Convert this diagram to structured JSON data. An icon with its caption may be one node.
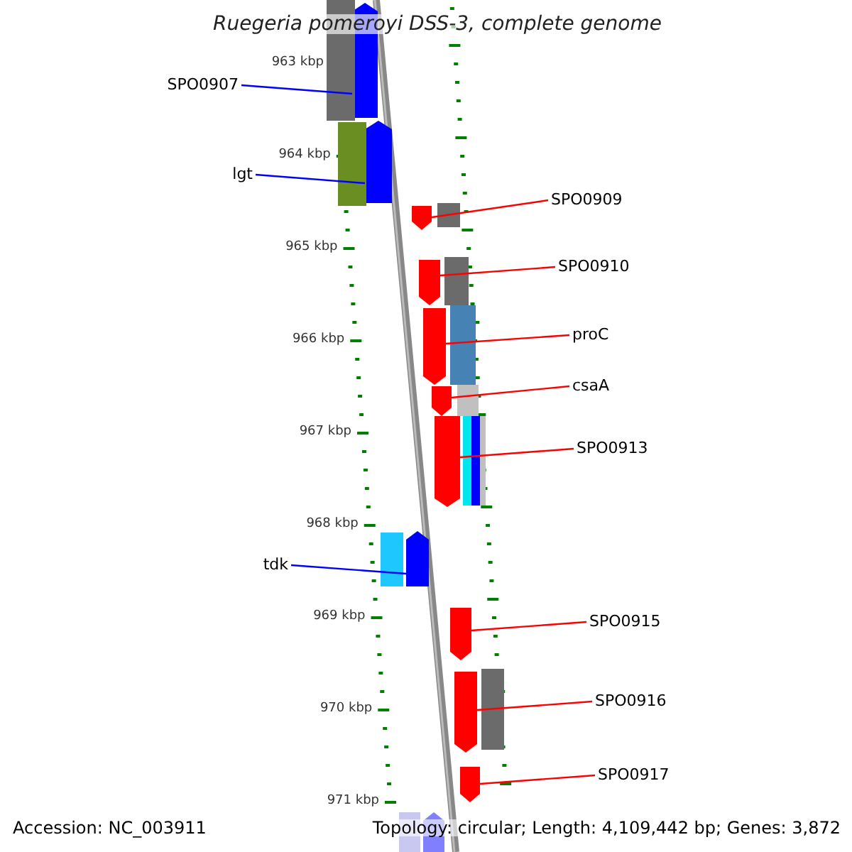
{
  "diagram": {
    "title": "Ruegeria pomeroyi DSS-3, complete genome",
    "nodes": [
      {
        "text": [
          "SPO0907"
        ]
      },
      {
        "text": [
          "lgt"
        ]
      },
      {
        "text": [
          "SPO0909"
        ]
      },
      {
        "text": [
          "SPO0910"
        ]
      },
      {
        "text": [
          "proC"
        ]
      },
      {
        "text": [
          "csaA"
        ]
      },
      {
        "text": [
          "SPO0913"
        ]
      },
      {
        "text": [
          "tdk"
        ]
      },
      {
        "text": [
          "SPO0915"
        ]
      },
      {
        "text": [
          "SPO0916"
        ]
      },
      {
        "text": [
          "SPO0917"
        ]
      },
      {
        "text": [],
        "shape": "bar"
      },
      {
        "text": [],
        "shape": "bar"
      },
      {
        "text": [],
        "shape": "bar"
      },
      {
        "text": [],
        "shape": "bar"
      },
      {
        "text": [],
        "shape": "bar"
      },
      {
        "text": [],
        "shape": "bar"
      },
      {
        "text": [],
        "shape": "bar"
      },
      {
        "text": [],
        "shape": "bar"
      },
      {
        "text": [],
        "shape": "bar"
      },
      {
        "text": [],
        "shape": "bar"
      },
      {
        "text": [],
        "shape": "bar"
      },
      {
        "text": [],
        "shape": "bar"
      },
      {
        "text": [],
        "shape": "bar"
      },
      {
        "text": [],
        "shape": "bar"
      },
      {
        "text": [],
        "shape": "bar"
      },
      {
        "text": [],
        "shape": "bar"
      },
      {
        "text": [],
        "shape": "bar"
      },
      {
        "text": [],
        "shape": "bar"
      },
      {
        "text": [],
        "shape": "bar"
      },
      {
        "text": [],
        "shape": "bar"
      },
      {
        "text": [],
        "shape": "bar"
      },
      {
        "text": [],
        "shape": "bar"
      },
      {
        "text": [],
        "shape": "bar"
      },
      {
        "text": [],
        "shape": "bar"
      }
    ],
    "edges": [
      {
        "from": 0,
        "to": 11,
        "arrow": "none",
        "color": "#0000ff"
      },
      {
        "from": 1,
        "to": 12,
        "arrow": "none",
        "color": "#0000ff"
      },
      {
        "from": 2,
        "to": 13,
        "arrow": "none"
      },
      {
        "from": 3,
        "to": 14,
        "arrow": "none"
      },
      {
        "from": 4,
        "to": 15,
        "arrow": "none"
      },
      {
        "from": 5,
        "to": 16,
        "arrow": "none"
      },
      {
        "from": 6,
        "to": 17,
        "arrow": "none"
      },
      {
        "from": 7,
        "to": 18,
        "arrow": "none",
        "color": "#0000ff"
      },
      {
        "from": 8,
        "to": 19,
        "arrow": "none"
      },
      {
        "from": 9,
        "to": 20,
        "arrow": "none"
      },
      {
        "from": 10,
        "to": 21,
        "arrow": "none"
      }
    ],
    "labels": [
      "963 kbp",
      "964 kbp",
      "965 kbp",
      "966 kbp",
      "967 kbp",
      "968 kbp",
      "969 kbp",
      "970 kbp",
      "971 kbp",
      "Accession: NC_003911",
      "Topology: circular; Length: 4,109,442 bp; Genes: 3,872"
    ]
  }
}
